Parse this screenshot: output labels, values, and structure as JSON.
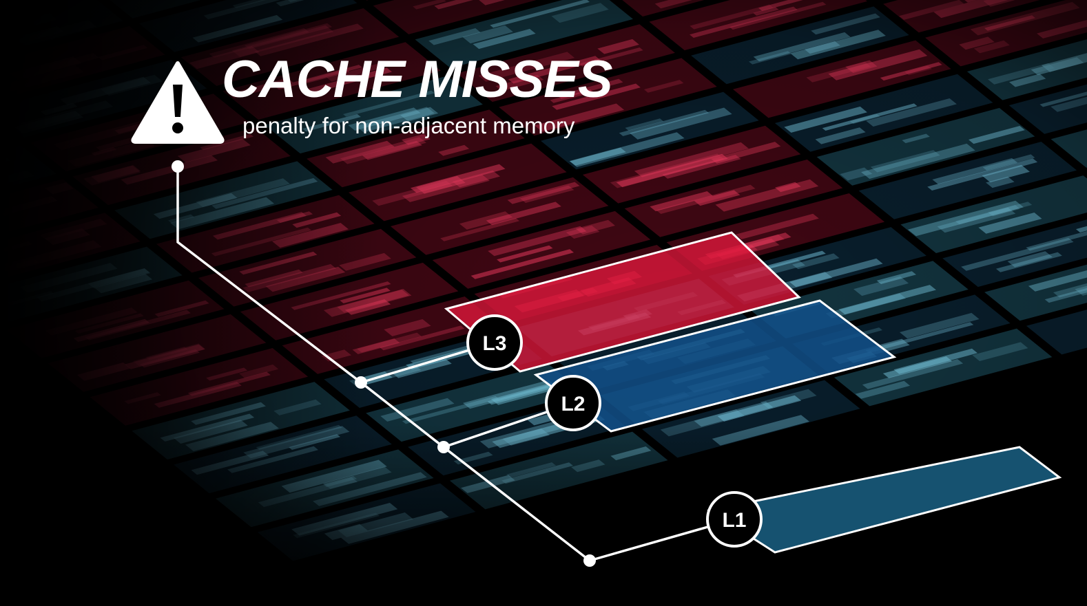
{
  "title": "CACHE MISSES",
  "subtitle": "penalty for non-adjacent memory",
  "warning_icon": "warning-triangle-icon",
  "levels": [
    {
      "label": "L3",
      "color": "#e0183c"
    },
    {
      "label": "L2",
      "color": "#1f6fb3"
    },
    {
      "label": "L1",
      "color": "#2a8fb8"
    }
  ],
  "colors": {
    "background": "#000000",
    "memory_red": "#c8163a",
    "memory_blue": "#1c5f8c",
    "memory_teal": "#3aa6c8",
    "line": "#ffffff",
    "badge_fill": "#000000"
  }
}
